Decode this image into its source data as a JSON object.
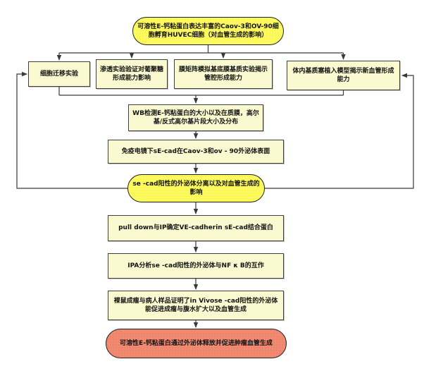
{
  "colors": {
    "node_fill": "#faf9d0",
    "node_border": "#3f3f3f",
    "stadium_fill": "#fdfa5e",
    "stadium_border": "#1f1f1f",
    "final_fill": "#f18a71",
    "final_dot": "#df6b50",
    "edge": "#3a3a3a",
    "text": "#141414",
    "page_bg": "#ffffff"
  },
  "nodes": {
    "start": {
      "shape": "stadium",
      "label": "可溶性E-钙粘蛋白表达丰富的Caov-3和OV-90细胞孵育HUVEC细胞（对血管生成的影响）"
    },
    "cell_migration": {
      "shape": "rect",
      "label": "细胞迁移实验"
    },
    "permeability": {
      "shape": "rect",
      "label": "渗透实验验证对葡聚糖形成能力影响"
    },
    "matrigel_lumen": {
      "shape": "rect",
      "label": "膜矩阵模拟基底膜基质实验揭示管腔形成能力"
    },
    "matrix_plug": {
      "shape": "rect",
      "label": "体内基质塞植入模型揭示新血管形成能力"
    },
    "wb": {
      "shape": "rect",
      "label": "WB检测E-钙粘蛋白的大小以及在质膜，高尔基/反式高尔基片段大小及分布"
    },
    "immuno_em": {
      "shape": "rect",
      "label": "免疫电镜下sE-cad在Caov-3和ov - 90外泌体表面"
    },
    "secad_isolation": {
      "shape": "stadium",
      "label": "se -cad阳性的外泌体分离以及对血管生成的影响"
    },
    "pulldown": {
      "shape": "rect",
      "label": "pull down与IP确定VE-cadherin sE-cad结合蛋白"
    },
    "ipa": {
      "shape": "rect",
      "label": "IPA分析se -cad阳性的外泌体与NF κ B的互作"
    },
    "nude_mice": {
      "shape": "rect",
      "label": "裸鼠成瘤与病人样品证明了in Vivose -cad阳性的外泌体能促进成瘤与腹水扩大以及血管生成"
    },
    "conclusion": {
      "shape": "final",
      "label": "可溶性E-钙粘蛋白通过外泌体释放并促进肿瘤血管生成"
    }
  }
}
